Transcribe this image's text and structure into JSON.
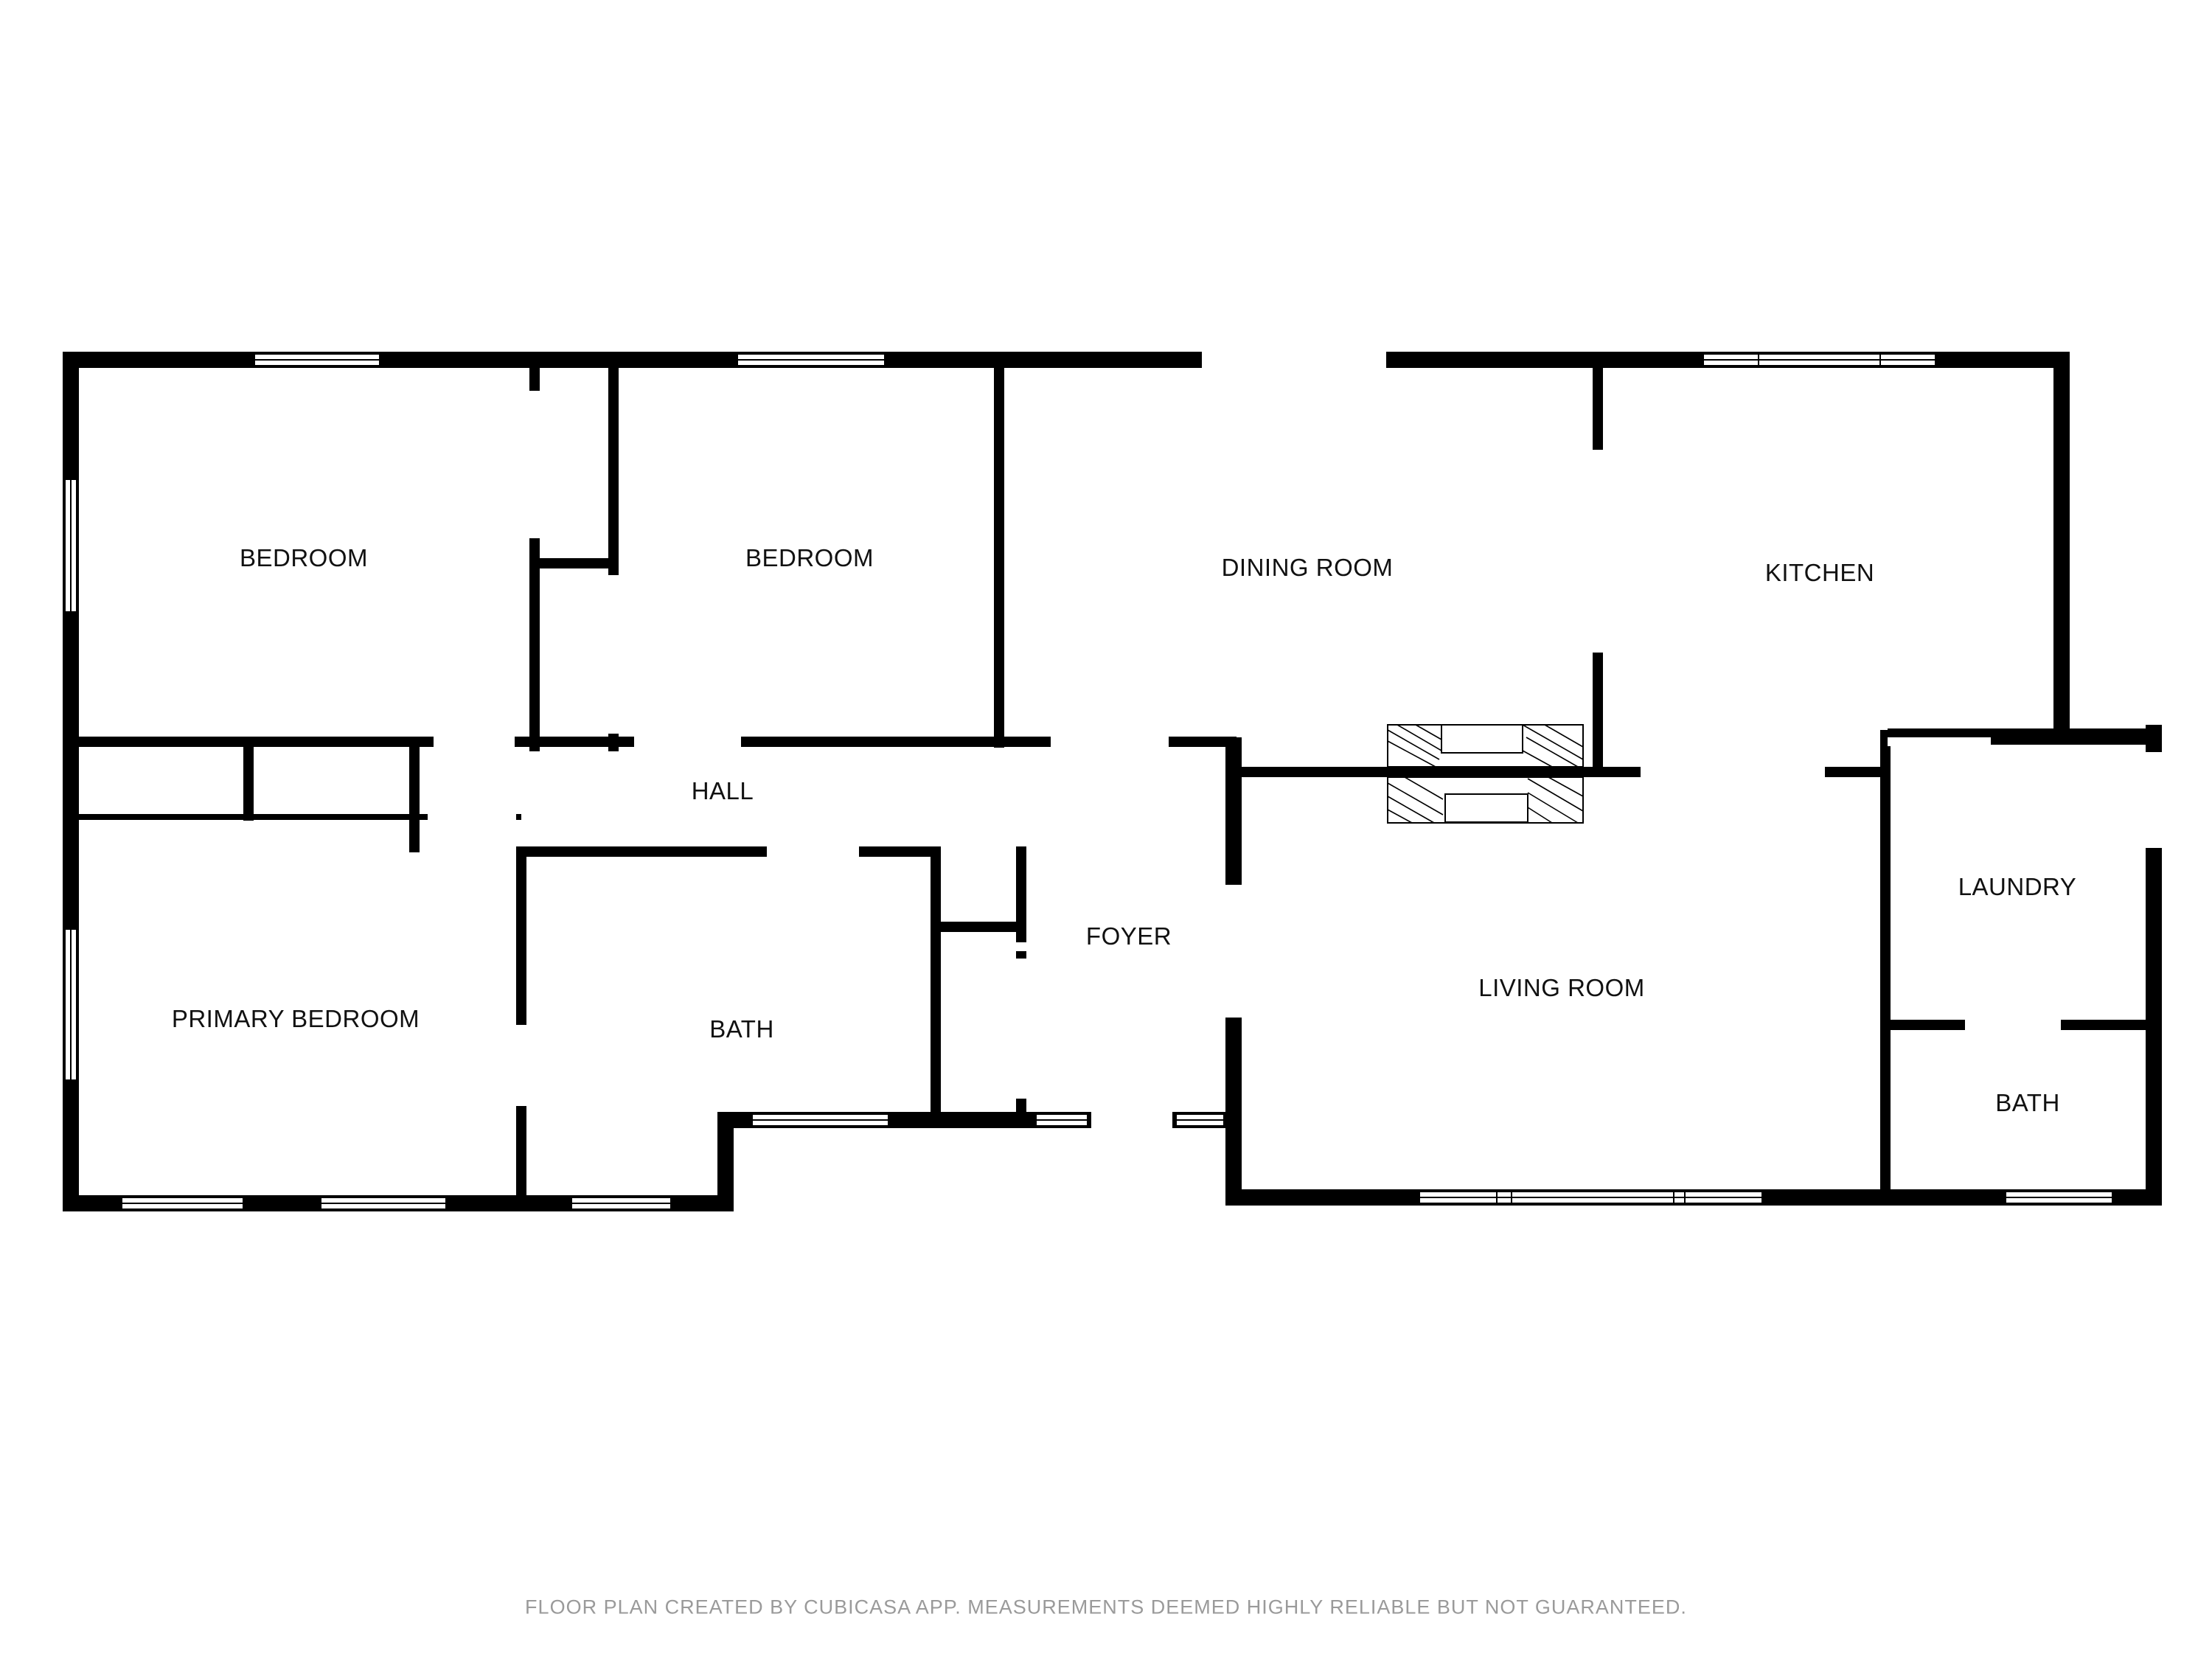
{
  "rooms": {
    "bedroom_1": "BEDROOM",
    "bedroom_2": "BEDROOM",
    "dining": "DINING ROOM",
    "kitchen": "KITCHEN",
    "hall": "HALL",
    "primary": "PRIMARY BEDROOM",
    "bath_1": "BATH",
    "foyer": "FOYER",
    "living": "LIVING ROOM",
    "laundry": "LAUNDRY",
    "bath_2": "BATH"
  },
  "footer": "FLOOR PLAN CREATED BY CUBICASA APP. MEASUREMENTS DEEMED HIGHLY RELIABLE BUT NOT GUARANTEED.",
  "colors": {
    "wall": "#000000",
    "background": "#ffffff",
    "footer": "#9a9a9a"
  }
}
